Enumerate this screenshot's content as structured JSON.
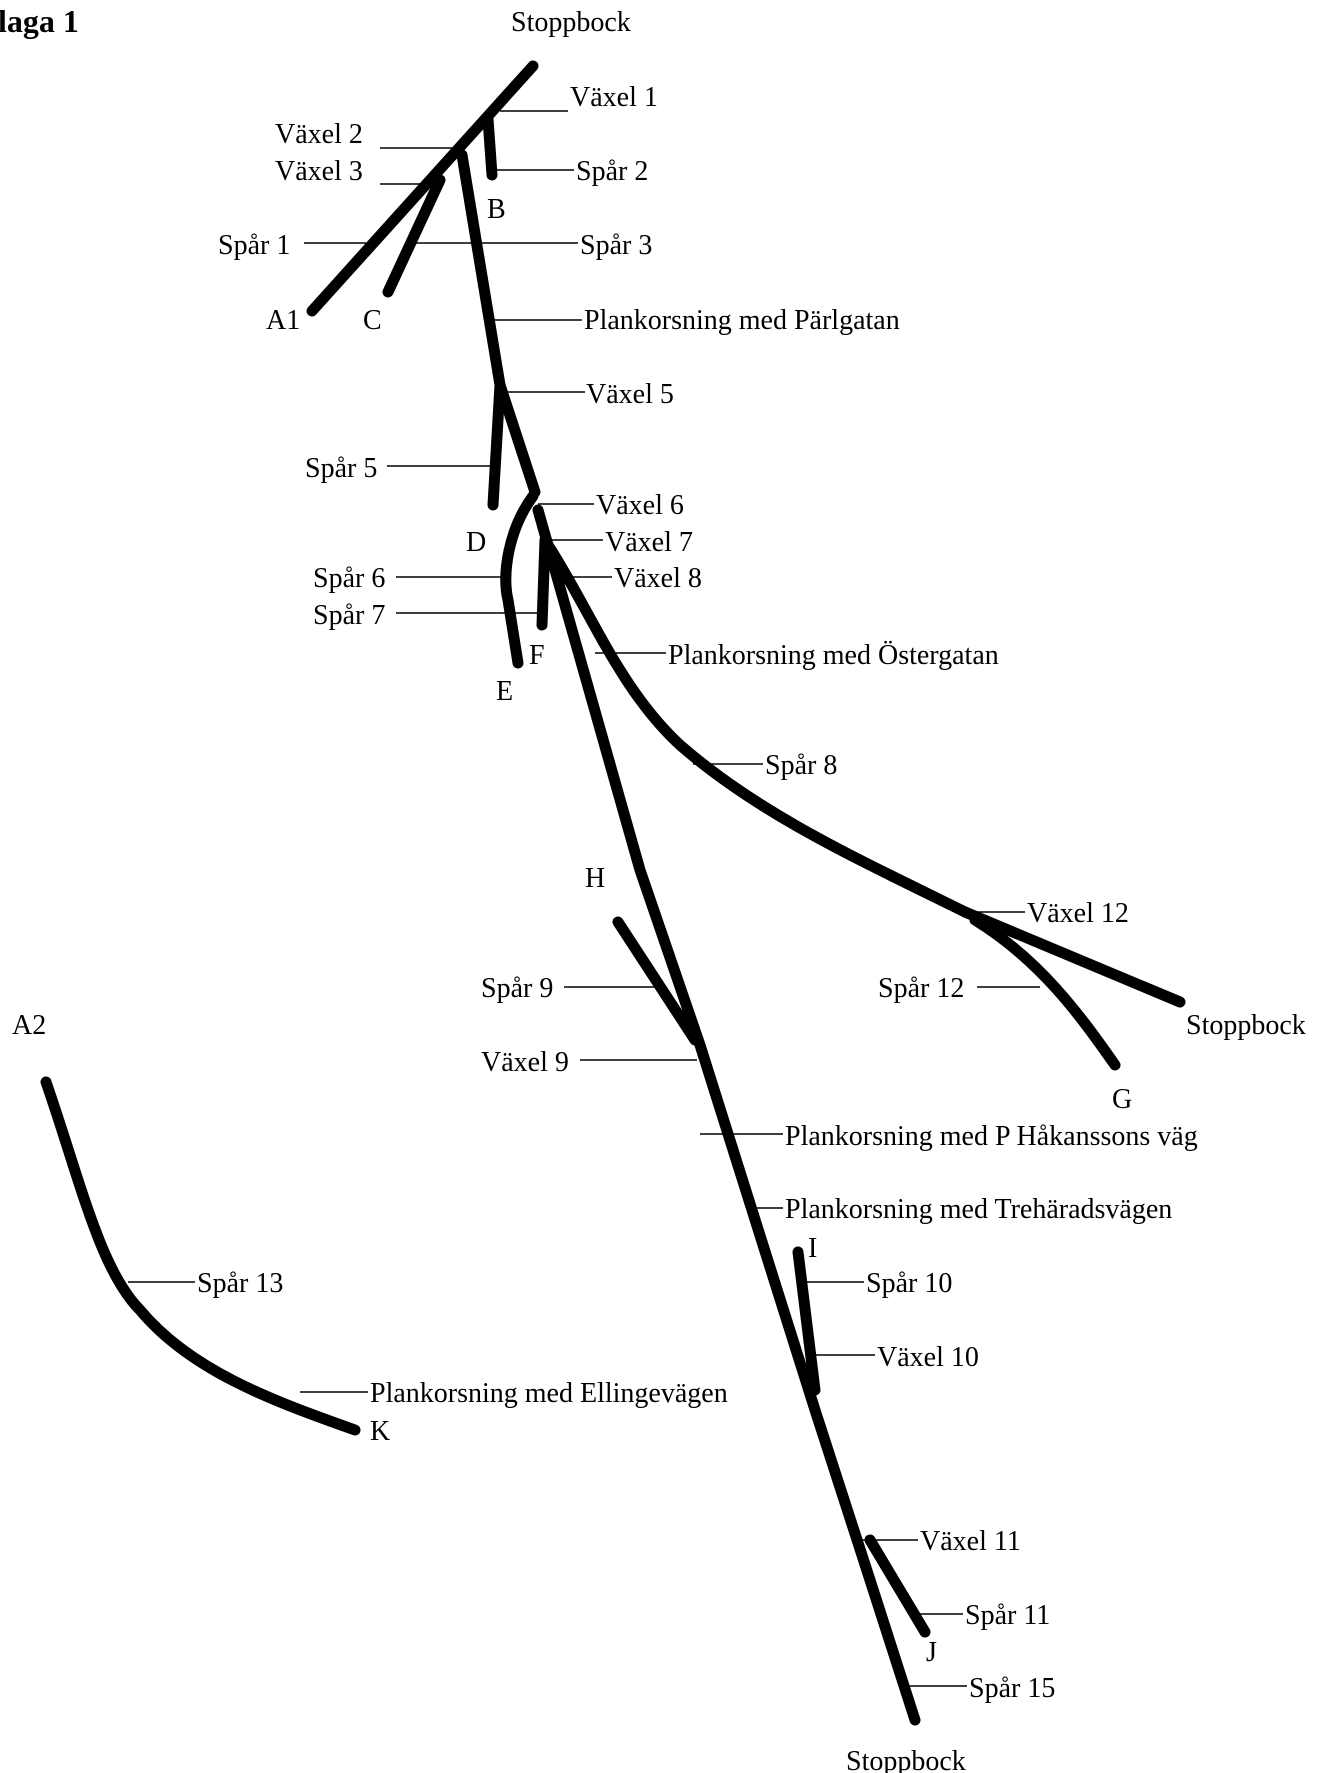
{
  "title": "laga 1",
  "labels": {
    "stoppbock_top": "Stoppbock",
    "vaxel1": "Växel 1",
    "vaxel2": "Växel 2",
    "vaxel3": "Växel 3",
    "spar2": "Spår 2",
    "B": "B",
    "spar1": "Spår 1",
    "spar3": "Spår 3",
    "A1": "A1",
    "C": "C",
    "plank_parlgatan": "Plankorsning med Pärlgatan",
    "vaxel5": "Växel 5",
    "spar5": "Spår 5",
    "vaxel6": "Växel 6",
    "D": "D",
    "vaxel7": "Växel 7",
    "spar6": "Spår 6",
    "vaxel8": "Växel 8",
    "spar7": "Spår 7",
    "F": "F",
    "plank_ostergatan": "Plankorsning med Östergatan",
    "E": "E",
    "spar8": "Spår 8",
    "H": "H",
    "vaxel12": "Växel 12",
    "spar9": "Spår 9",
    "spar12": "Spår 12",
    "stoppbock_right": "Stoppbock",
    "A2": "A2",
    "vaxel9": "Växel 9",
    "G": "G",
    "plank_hakanssons": "Plankorsning med P Håkanssons väg",
    "plank_treharads": "Plankorsning med Trehäradsvägen",
    "I": "I",
    "spar13": "Spår 13",
    "spar10": "Spår 10",
    "vaxel10": "Växel 10",
    "plank_ellinge": "Plankorsning med Ellingevägen",
    "K": "K",
    "vaxel11": "Växel 11",
    "spar11": "Spår 11",
    "J": "J",
    "spar15": "Spår 15",
    "stoppbock_bottom": "Stoppbock"
  }
}
